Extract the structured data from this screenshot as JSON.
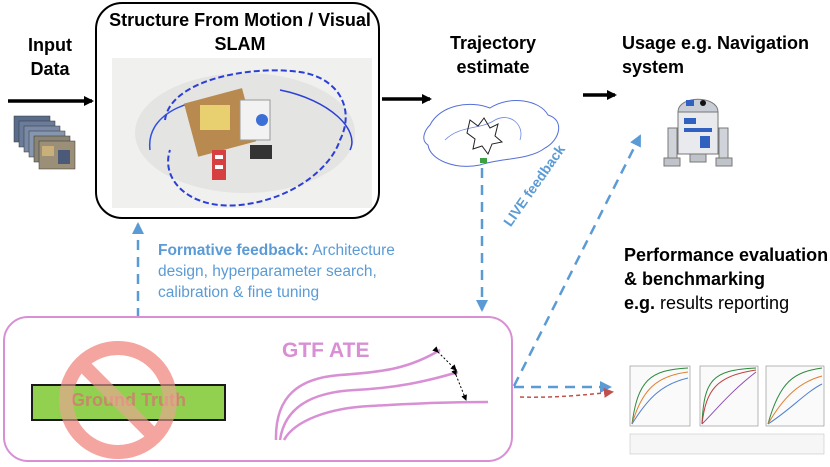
{
  "labels": {
    "sfm_title": "Structure From Motion / Visual SLAM",
    "input_data": "Input Data",
    "trajectory": "Trajectory estimate",
    "usage": "Usage e.g. Navigation system",
    "formative_bold": "Formative feedback:",
    "formative_rest": " Architecture design, hyperparameter search, calibration & fine tuning",
    "live_feedback": "LIVE feedback",
    "perf_bold": "Performance evaluation & benchmarking",
    "perf_eg": "e.g.",
    "perf_rest": " results reporting",
    "gtf_ate": "GTF ATE",
    "ground_truth": "Ground Truth"
  },
  "colors": {
    "feedback_blue": "#5b9bd5",
    "gtf_pink": "#d88fd4",
    "ground_truth_green": "#92d050",
    "prohibit_red": "#f4a09a",
    "red_arrow": "#c0504d"
  },
  "icons": {
    "robot": "r2d2-robot-icon",
    "prohibit": "prohibition-sign-icon"
  }
}
